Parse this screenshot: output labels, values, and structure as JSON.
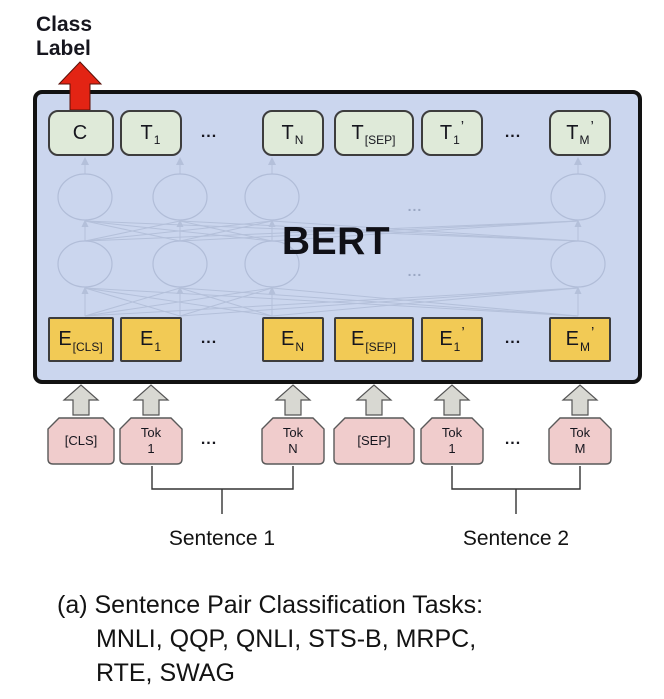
{
  "class_label": "Class\nLabel",
  "bert": "BERT",
  "dots": "...",
  "top_row": [
    {
      "main": "C",
      "sub": "",
      "prime": ""
    },
    {
      "main": "T",
      "sub": "1",
      "prime": ""
    },
    {
      "main": "T",
      "sub": "N",
      "prime": ""
    },
    {
      "main": "T",
      "sub": "[SEP]",
      "prime": ""
    },
    {
      "main": "T",
      "sub": "1",
      "prime": "’"
    },
    {
      "main": "T",
      "sub": "M",
      "prime": "’"
    }
  ],
  "embedding_row": [
    {
      "main": "E",
      "sub": "[CLS]",
      "prime": ""
    },
    {
      "main": "E",
      "sub": "1",
      "prime": ""
    },
    {
      "main": "E",
      "sub": "N",
      "prime": ""
    },
    {
      "main": "E",
      "sub": "[SEP]",
      "prime": ""
    },
    {
      "main": "E",
      "sub": "1",
      "prime": "’"
    },
    {
      "main": "E",
      "sub": "M",
      "prime": "’"
    }
  ],
  "token_row": [
    {
      "line1": "[CLS]",
      "line2": ""
    },
    {
      "line1": "Tok",
      "line2": "1"
    },
    {
      "line1": "Tok",
      "line2": "N"
    },
    {
      "line1": "[SEP]",
      "line2": ""
    },
    {
      "line1": "Tok",
      "line2": "1"
    },
    {
      "line1": "Tok",
      "line2": "M"
    }
  ],
  "sentence1": "Sentence 1",
  "sentence2": "Sentence 2",
  "caption": {
    "line1": "(a) Sentence Pair Classification Tasks:",
    "line2": "MNLI, QQP, QNLI, STS-B, MRPC,",
    "line3": "RTE, SWAG"
  },
  "colors": {
    "bert_box_fill": "#cbd6ee",
    "bert_box_border": "#121212",
    "output_box_fill": "#dfead9",
    "embedding_box_fill": "#f2ca55",
    "token_box_fill": "#f0cccc",
    "class_arrow_red": "#e32414",
    "input_arrow_gray": "#d8d8d2",
    "network_line": "#b4c0da"
  }
}
